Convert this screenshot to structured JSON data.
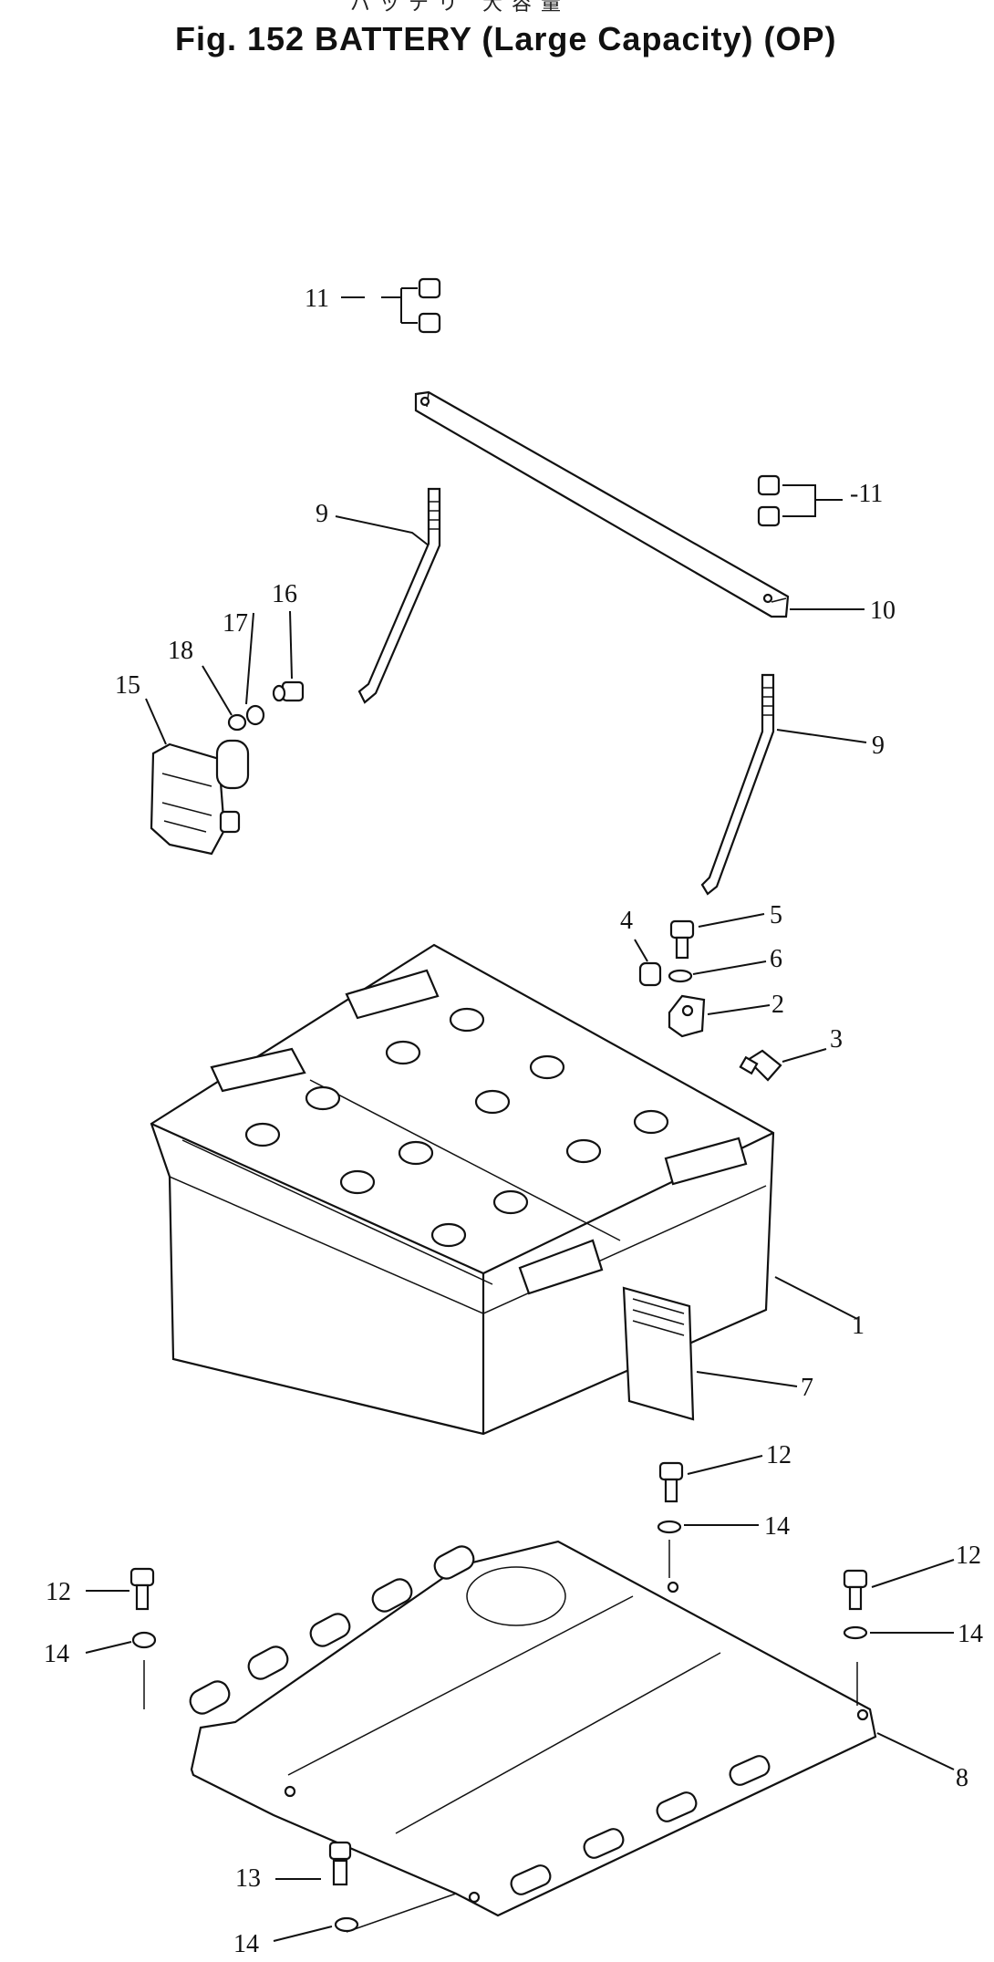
{
  "header": {
    "japanese_title": "バッテリ 大容量",
    "figure_title": "Fig. 152   BATTERY (Large Capacity) (OP)"
  },
  "callouts": {
    "c11a": "11",
    "c11b": "-11",
    "c9a": "9",
    "c9b": "9",
    "c10": "10",
    "c16": "16",
    "c17": "17",
    "c18": "18",
    "c15": "15",
    "c4": "4",
    "c5": "5",
    "c6": "6",
    "c2": "2",
    "c3": "3",
    "c1": "1",
    "c7": "7",
    "c12a": "12",
    "c14a": "14",
    "c12b": "12",
    "c14b": "14",
    "c12c": "12",
    "c14c": "14",
    "c8": "8",
    "c13": "13",
    "c14d": "14"
  }
}
